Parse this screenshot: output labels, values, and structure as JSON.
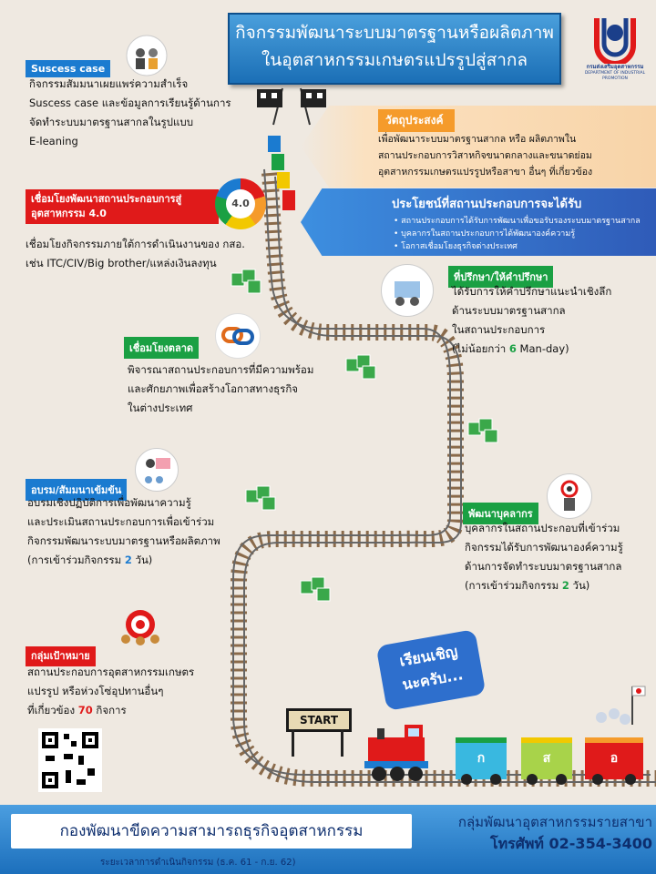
{
  "title": {
    "line1": "กิจกรรมพัฒนาระบบมาตรฐานหรือผลิตภาพ",
    "line2": "ในอุตสาหกรรมเกษตรแปรรูปสู่สากล"
  },
  "logo": {
    "name_th": "กรมส่งเสริมอุตสาหกรรม",
    "name_en": "DEPARTMENT OF INDUSTRIAL PROMOTION"
  },
  "success_case": {
    "label": "Suscess case",
    "lines": [
      "กิจกรรมสัมมนาเผยแพร่ความสำเร็จ",
      "Suscess case และข้อมูลการเรียนรู้ด้านการ",
      "จัดทำระบบมาตรฐานสากลในรูปแบบ",
      "E-leaning"
    ]
  },
  "objective": {
    "label": "วัตถุประสงค์",
    "lines": [
      "เพื่อพัฒนาระบบมาตรฐานสากล หรือ ผลิตภาพใน",
      "สถานประกอบการวิสาหกิจขนาดกลางและขนาดย่อม",
      "อุตสาหกรรมเกษตรแปรรูปหรือสาขา อื่นๆ ที่เกี่ยวข้อง"
    ]
  },
  "benefits": {
    "label": "ประโยชน์ที่สถานประกอบการจะได้รับ",
    "items": [
      "สถานประกอบการได้รับการพัฒนาเพื่อขอรับรองระบบมาตรฐานสากล",
      "บุคลากรในสถานประกอบการได้พัฒนาองค์ความรู้",
      "โอกาสเชื่อมโยงธุรกิจต่างประเทศ"
    ]
  },
  "industry_link": {
    "label_line1": "เชื่อมโยงพัฒนาสถานประกอบการสู่",
    "label_line2": "อุตสาหกรรม 4.0",
    "badge": "4.0",
    "lines": [
      "เชื่อมโยงกิจกรรมภายใต้การดำเนินงานของ กสอ.",
      "เช่น ITC/CIV/Big brother/แหล่งเงินลงทุน"
    ]
  },
  "consult": {
    "label": "ที่ปรึกษา/ให้คำปรึกษา",
    "lines": [
      "ได้รับการให้คำปรึกษาแนะนำเชิงลึก",
      "ด้านระบบมาตรฐานสากล",
      "ในสถานประกอบการ"
    ],
    "days_prefix": "(ไม่น้อยกว่า ",
    "days_value": "6",
    "days_suffix": " Man-day)"
  },
  "market": {
    "label": "เชื่อมโยงตลาด",
    "lines": [
      "พิจารณาสถานประกอบการที่มีความพร้อม",
      "และศักยภาพเพื่อสร้างโอกาสทางธุรกิจ",
      "ในต่างประเทศ"
    ]
  },
  "training": {
    "label": "อบรม/สัมมนาเข้มข้น",
    "lines": [
      "อบรมเชิงปฏิบัติการเพื่อพัฒนาความรู้",
      "และประเมินสถานประกอบการเพื่อเข้าร่วม",
      "กิจกรรมพัฒนาระบบมาตรฐานหรือผลิตภาพ"
    ],
    "days_prefix": "(การเข้าร่วมกิจกรรม ",
    "days_value": "2",
    "days_suffix": " วัน)"
  },
  "personnel": {
    "label": "พัฒนาบุคลากร",
    "lines": [
      "บุคลากรในสถานประกอบที่เข้าร่วม",
      "กิจกรรมได้รับการพัฒนาองค์ความรู้",
      "ด้านการจัดทำระบบมาตรฐานสากล"
    ],
    "days_prefix": "(การเข้าร่วมกิจกรรม ",
    "days_value": "2",
    "days_suffix": " วัน)"
  },
  "target": {
    "label": "กลุ่มเป้าหมาย",
    "lines": [
      "สถานประกอบการอุตสาหกรรมเกษตร",
      "แปรรูป หรือห่วงโซ่อุปทานอื่นๆ"
    ],
    "count_prefix": "ที่เกี่ยวข้อง ",
    "count_value": "70",
    "count_suffix": " กิจการ"
  },
  "bubble": {
    "line1": "เรียนเชิญ",
    "line2": "นะครับ..."
  },
  "start_sign": "START",
  "train_letters": [
    "ก",
    "ส",
    "อ"
  ],
  "footer": {
    "left": "กองพัฒนาขีดความสามารถธุรกิจอุตสาหกรรม",
    "right_line1": "กลุ่มพัฒนาอุตสาหกรรมรายสาขา",
    "right_line2": "โทรศัพท์ 02-354-3400",
    "period": "ระยะเวลาการดำเนินกิจกรรม (ธ.ค. 61 - ก.ย. 62)"
  },
  "colors": {
    "accent_blue": "#1b7bd0",
    "accent_red": "#e01a1a",
    "accent_green": "#1aa043",
    "accent_orange": "#f59b2b"
  }
}
